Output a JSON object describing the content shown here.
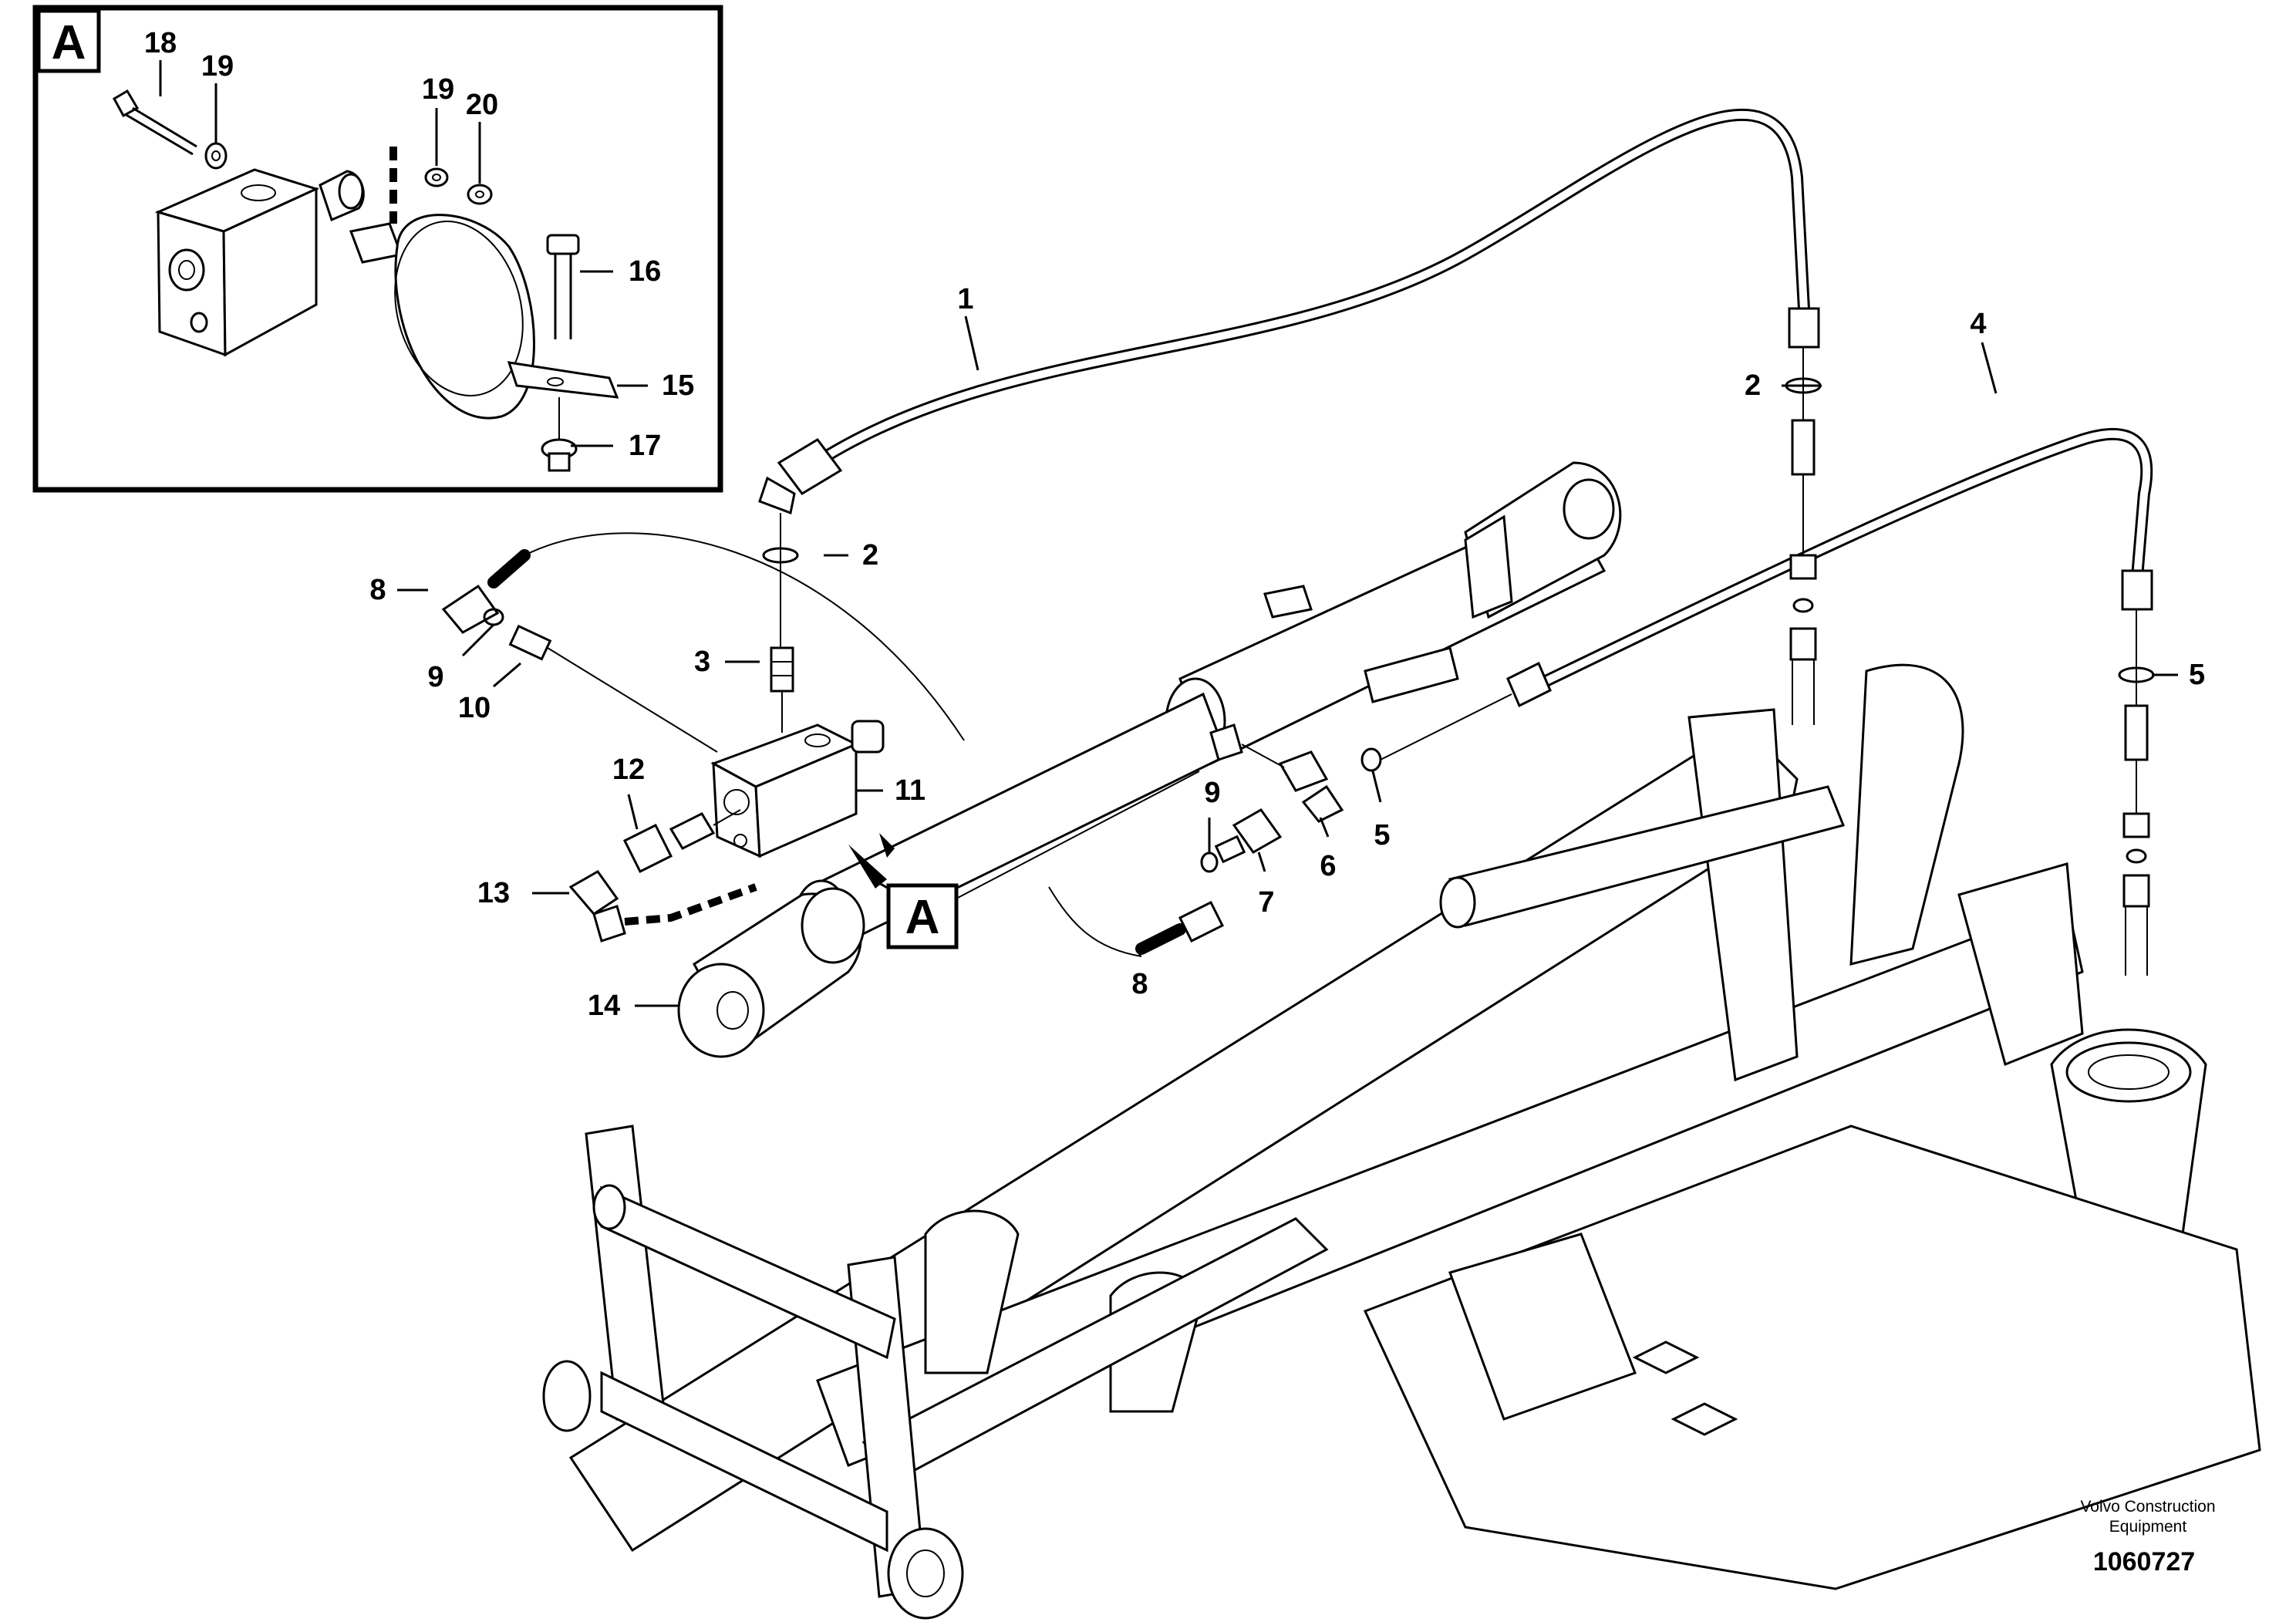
{
  "callouts": [
    {
      "id": "c1",
      "text": "1"
    },
    {
      "id": "c2a",
      "text": "2"
    },
    {
      "id": "c2b",
      "text": "2"
    },
    {
      "id": "c3",
      "text": "3"
    },
    {
      "id": "c4",
      "text": "4"
    },
    {
      "id": "c5a",
      "text": "5"
    },
    {
      "id": "c5b",
      "text": "5"
    },
    {
      "id": "c6",
      "text": "6"
    },
    {
      "id": "c7",
      "text": "7"
    },
    {
      "id": "c8a",
      "text": "8"
    },
    {
      "id": "c8b",
      "text": "8"
    },
    {
      "id": "c9a",
      "text": "9"
    },
    {
      "id": "c9b",
      "text": "9"
    },
    {
      "id": "c10",
      "text": "10"
    },
    {
      "id": "c11",
      "text": "11"
    },
    {
      "id": "c12",
      "text": "12"
    },
    {
      "id": "c13",
      "text": "13"
    },
    {
      "id": "c14",
      "text": "14"
    },
    {
      "id": "c15",
      "text": "15"
    },
    {
      "id": "c16",
      "text": "16"
    },
    {
      "id": "c17",
      "text": "17"
    },
    {
      "id": "c18",
      "text": "18"
    },
    {
      "id": "c19a",
      "text": "19"
    },
    {
      "id": "c19b",
      "text": "19"
    },
    {
      "id": "c20",
      "text": "20"
    }
  ],
  "detail": {
    "inset_label": "A",
    "main_label": "A"
  },
  "footer": {
    "brand_line1": "Volvo Construction",
    "brand_line2": "Equipment",
    "document_number": "1060727"
  },
  "colors": {
    "ink": "#000000",
    "paper": "#ffffff"
  }
}
